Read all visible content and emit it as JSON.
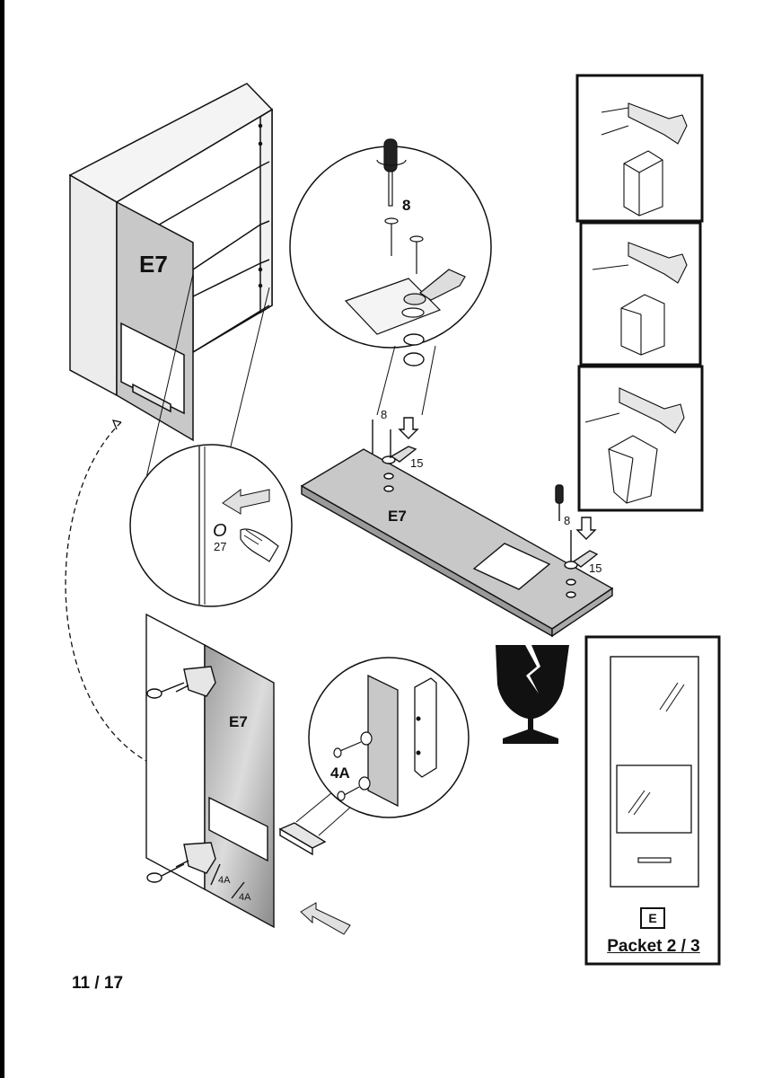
{
  "page": {
    "page_number": "11 / 17"
  },
  "labels": {
    "panel_cabinet": "E7",
    "panel_board": "E7",
    "panel_door": "E7",
    "screw_8_zoom": "8",
    "screw_8_left": "8",
    "screw_8_right": "8",
    "hinge_15_left": "15",
    "hinge_15_right": "15",
    "handle_screw_zoom": "4A",
    "handle_screw_a": "4A",
    "handle_screw_b": "4A",
    "handle_step_count": "27",
    "handle_step_symbol": "O"
  },
  "packet": {
    "title": "Packet 2 / 3",
    "letter": "E"
  },
  "colors": {
    "ink": "#111111",
    "panel_grey": "#c8c8c8",
    "light_grey": "#e6e6e6"
  },
  "icons": [
    "screwdriver-icon",
    "hinge-icon",
    "fragile-glass-icon",
    "arrow-icon",
    "hand-icon"
  ]
}
